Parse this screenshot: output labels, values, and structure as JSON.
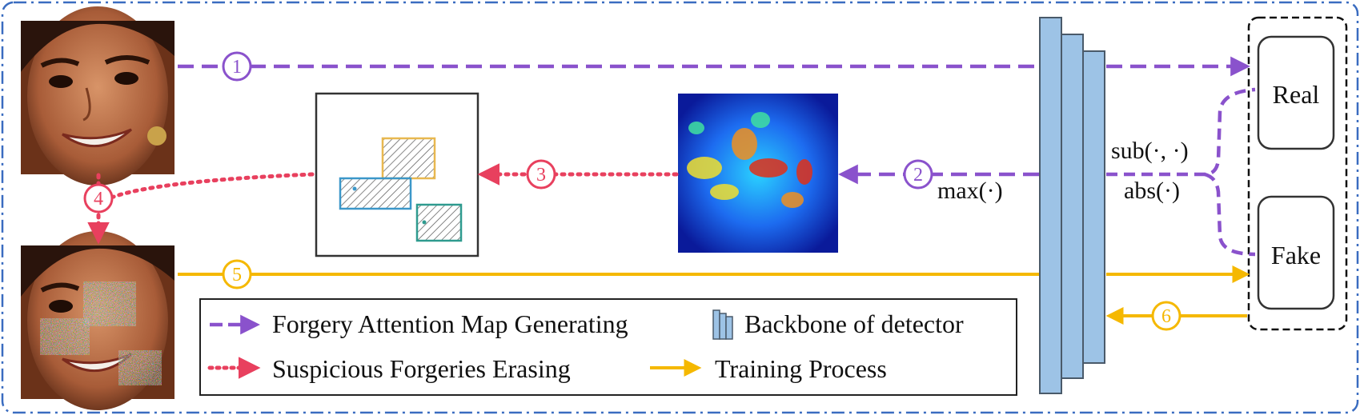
{
  "steps": [
    "1",
    "2",
    "3",
    "4",
    "5",
    "6"
  ],
  "outputs": {
    "real": "Real",
    "fake": "Fake"
  },
  "operations": {
    "max": "max(·)",
    "sub": "sub(·, ·)",
    "abs": "abs(·)"
  },
  "legend": {
    "attention": "Forgery Attention Map Generating",
    "backbone": "Backbone of detector",
    "erasing": "Suspicious Forgeries Erasing",
    "training": "Training Process"
  },
  "colors": {
    "purple": "#8a52cc",
    "pink": "#e8405e",
    "yellow": "#f5b800",
    "frame": "#3a6cc0",
    "backbone_fill": "#9dc3e6",
    "hatch_yellow": "#e8b850",
    "hatch_blue": "#3b97c9",
    "hatch_teal": "#2f9b8f"
  },
  "icons": [
    "face-image-icon",
    "erased-face-image-icon",
    "attention-heatmap-icon",
    "backbone-layers-icon",
    "arrow-head-icon"
  ]
}
